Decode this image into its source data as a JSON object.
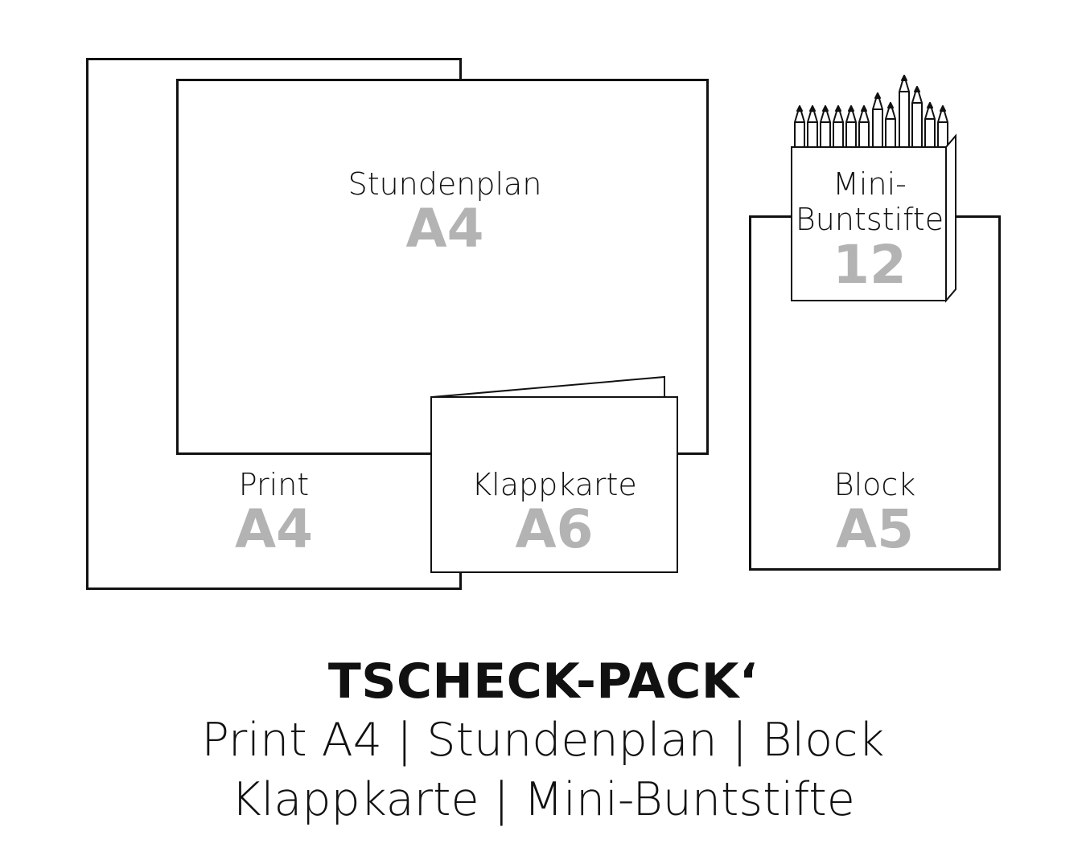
{
  "theme": {
    "ink": "#111111",
    "size_gray": "#b3b3b3",
    "background": "#ffffff"
  },
  "items": {
    "print": {
      "label": "Print",
      "size": "A4"
    },
    "stundenplan": {
      "label": "Stundenplan",
      "size": "A4"
    },
    "klappkarte": {
      "label": "Klappkarte",
      "size": "A6"
    },
    "block": {
      "label": "Block",
      "size": "A5"
    },
    "buntstifte": {
      "label_line1": "Mini-",
      "label_line2": "Buntstifte",
      "count": "12",
      "icon": "colored-pencils-icon"
    }
  },
  "caption": {
    "title": "TSCHECK-PACK‘",
    "line1": "Print A4 | Stundenplan | Block",
    "line2": "Klappkarte | Mini-Buntstifte"
  }
}
